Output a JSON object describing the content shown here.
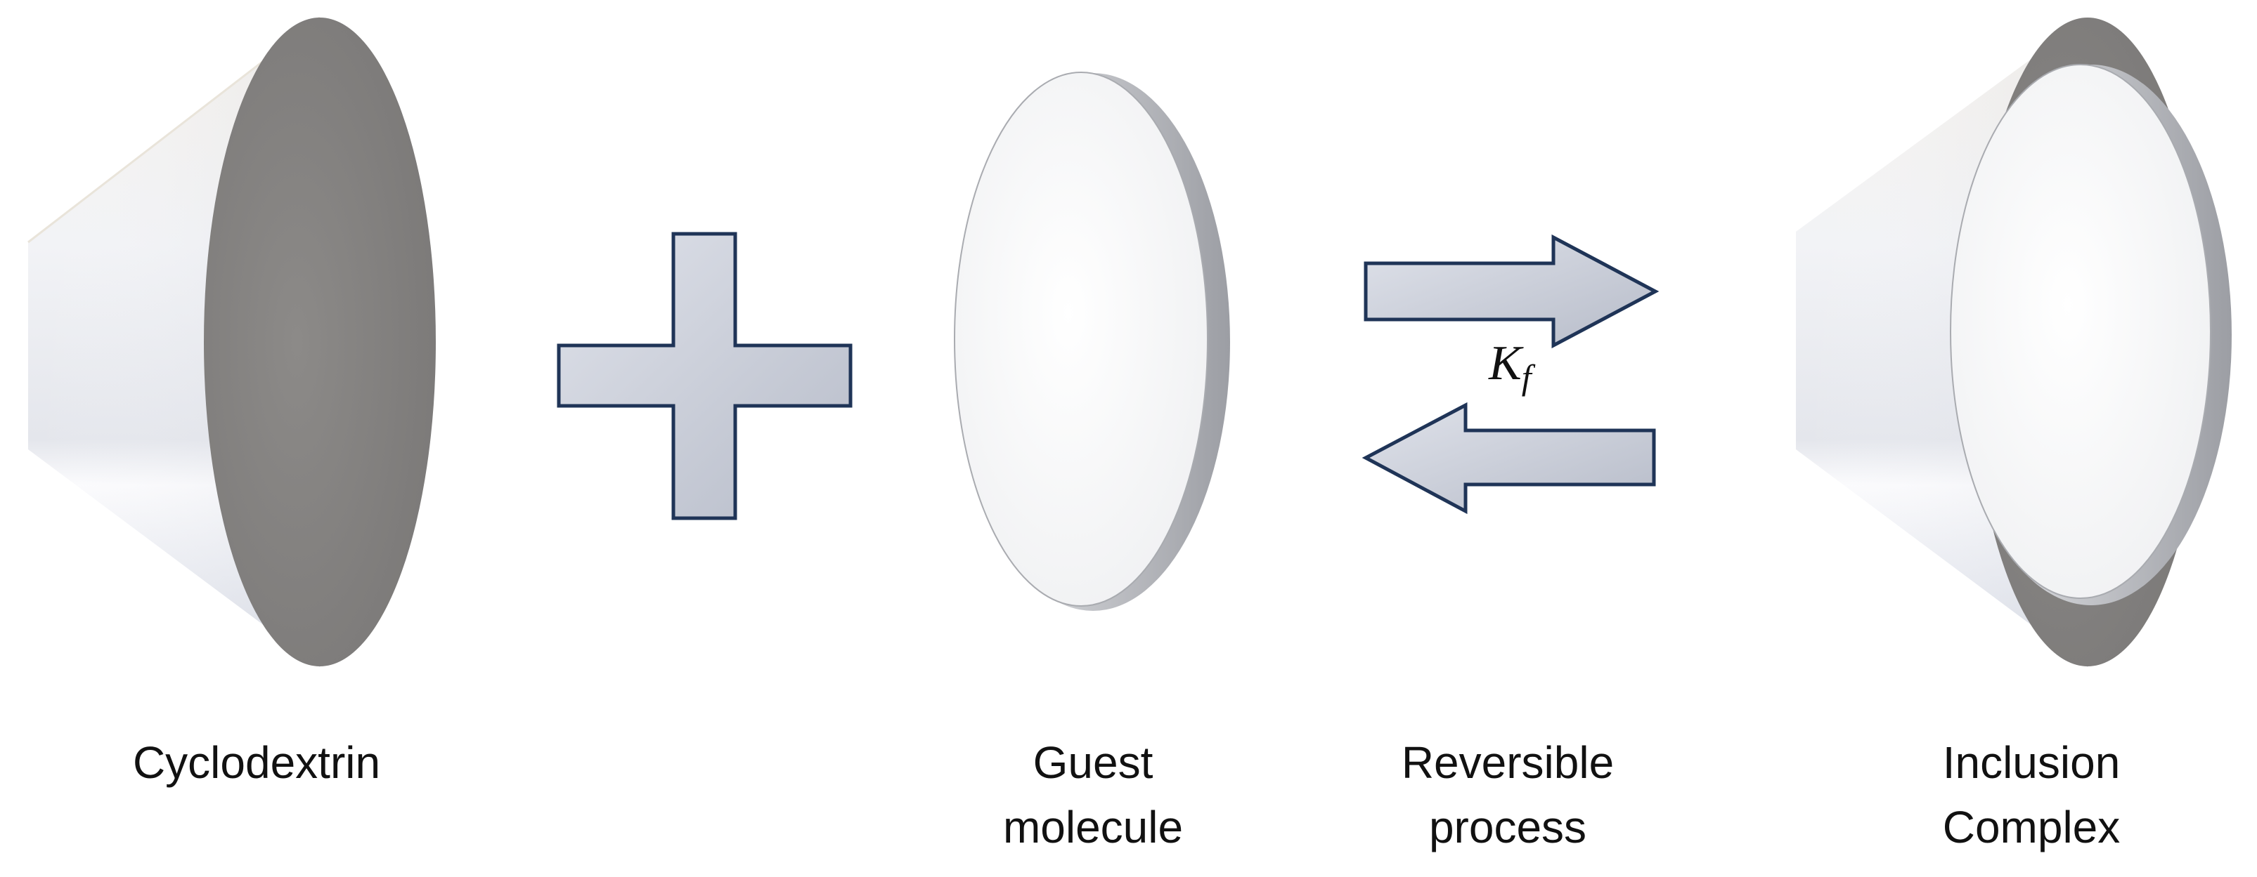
{
  "diagram": {
    "items": [
      {
        "id": "cyclodextrin",
        "caption": [
          "Cyclodextrin"
        ]
      },
      {
        "id": "plus",
        "symbol": "plus"
      },
      {
        "id": "guest",
        "caption": [
          "Guest",
          "molecule"
        ]
      },
      {
        "id": "equilibrium",
        "caption": [
          "Reversible",
          "process"
        ],
        "constant": "K",
        "constant_subscript": "f"
      },
      {
        "id": "complex",
        "caption": [
          "Inclusion",
          "Complex"
        ]
      }
    ],
    "colors": {
      "cone_body": "#eef0f4",
      "cavity": "#858382",
      "disc": "#f7f7f8",
      "arrow_fill": "#c9ced9",
      "arrow_stroke": "#1f3457"
    }
  }
}
